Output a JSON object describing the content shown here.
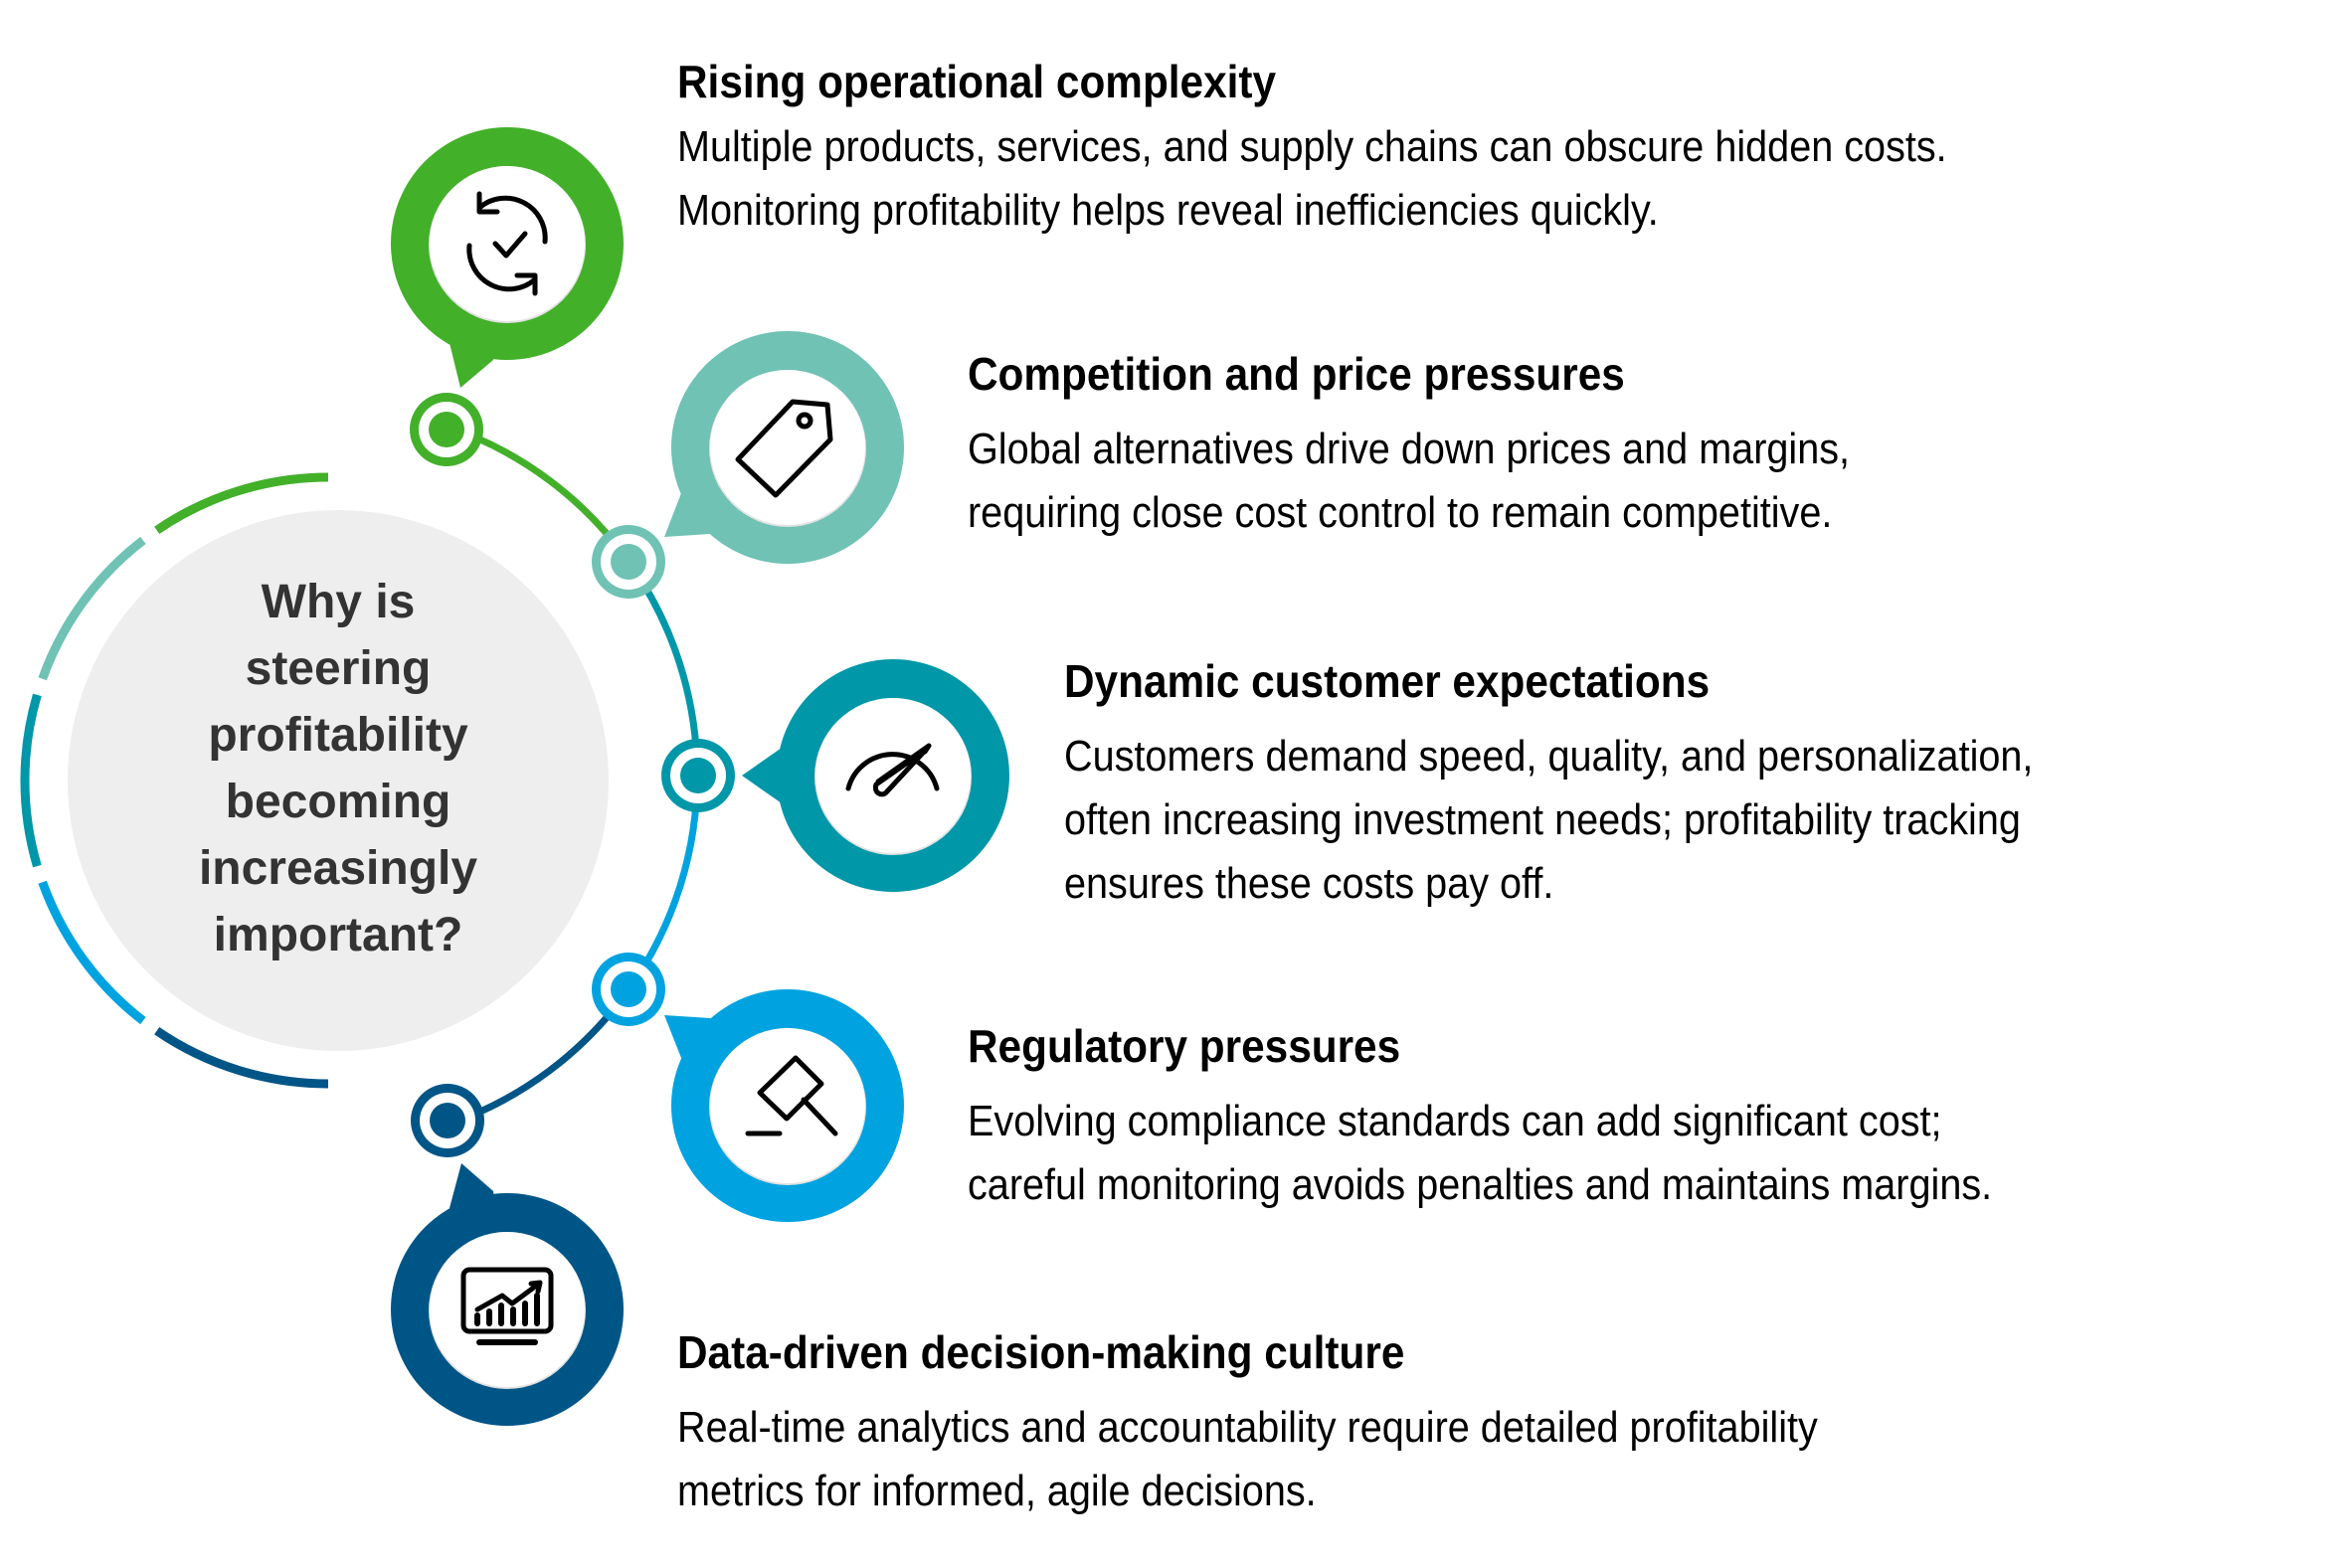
{
  "center": {
    "question_lines": [
      "Why is",
      "steering",
      "profitability",
      "becoming",
      "increasingly",
      "important?"
    ],
    "background_color": "#EEEEEE",
    "text_color": "#333333"
  },
  "items": [
    {
      "title": "Rising operational complexity",
      "body_lines": [
        "Multiple products, services, and supply chains can obscure hidden costs.",
        "Monitoring profitability helps reveal inefficiencies quickly."
      ],
      "icon": "refresh-check-icon",
      "color": "#43B02A"
    },
    {
      "title": "Competition and price pressures",
      "body_lines": [
        "Global alternatives drive down prices and margins,",
        "requiring close cost control to remain competitive."
      ],
      "icon": "price-tag-icon",
      "color": "#6FC2B4"
    },
    {
      "title": "Dynamic customer expectations",
      "body_lines": [
        "Customers demand speed, quality, and personalization,",
        "often increasing investment needs; profitability tracking",
        "ensures these costs pay off."
      ],
      "icon": "speedometer-icon",
      "color": "#0097A9"
    },
    {
      "title": "Regulatory pressures",
      "body_lines": [
        "Evolving compliance standards can add significant cost;",
        "careful monitoring avoids penalties and maintains margins."
      ],
      "icon": "gavel-icon",
      "color": "#00A3E0"
    },
    {
      "title": "Data-driven decision-making culture",
      "body_lines": [
        "Real-time analytics and accountability require detailed profitability",
        "metrics for informed, agile decisions."
      ],
      "icon": "analytics-monitor-icon",
      "color": "#005587"
    }
  ]
}
